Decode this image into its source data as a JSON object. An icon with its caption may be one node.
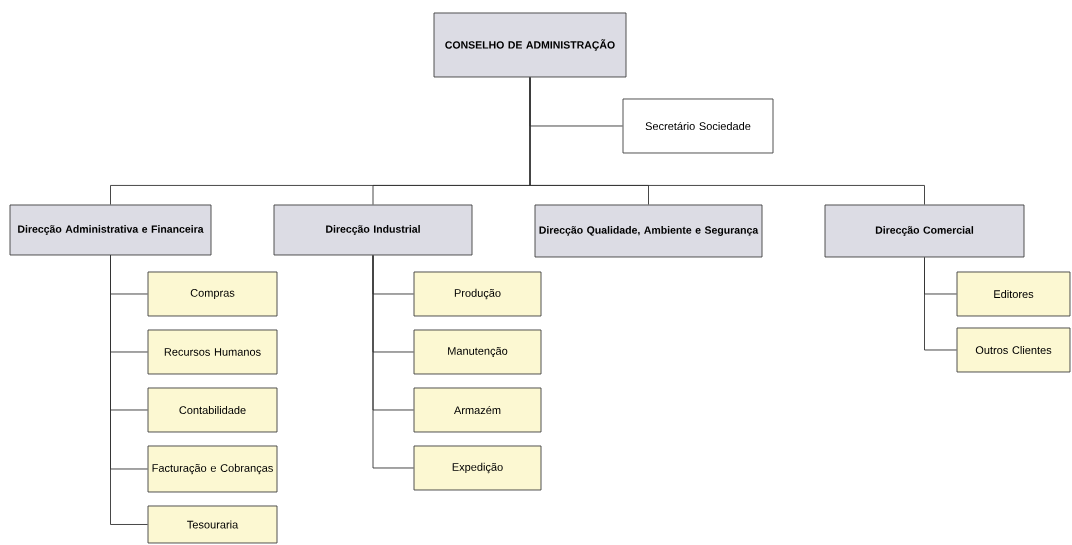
{
  "diagram": {
    "nodes": [
      {
        "text": [
          "CONSELHO DE ADMINISTRAÇÃO"
        ]
      },
      {
        "text": [
          "Secretário Sociedade"
        ]
      },
      {
        "text": [
          "Direcção Administrativa e Financeira"
        ]
      },
      {
        "text": [
          "Direcção Industrial"
        ]
      },
      {
        "text": [
          "Direcção Qualidade, Ambiente e Segurança"
        ]
      },
      {
        "text": [
          "Direcção Comercial"
        ]
      },
      {
        "text": [
          "Compras"
        ]
      },
      {
        "text": [
          "Recursos Humanos"
        ]
      },
      {
        "text": [
          "Contabilidade"
        ]
      },
      {
        "text": [
          "Facturação e Cobranças"
        ]
      },
      {
        "text": [
          "Tesouraria"
        ]
      },
      {
        "text": [
          "Produção"
        ]
      },
      {
        "text": [
          "Manutenção"
        ]
      },
      {
        "text": [
          "Armazém"
        ]
      },
      {
        "text": [
          "Expedição"
        ]
      },
      {
        "text": [
          "Editores"
        ]
      },
      {
        "text": [
          "Outros Clientes"
        ]
      }
    ],
    "edges": [
      {
        "from": 0,
        "to": 1,
        "arrow": "none"
      },
      {
        "from": 0,
        "to": 2,
        "arrow": "none"
      },
      {
        "from": 0,
        "to": 3,
        "arrow": "none"
      },
      {
        "from": 0,
        "to": 4,
        "arrow": "none"
      },
      {
        "from": 0,
        "to": 5,
        "arrow": "none"
      },
      {
        "from": 2,
        "to": 6,
        "arrow": "none"
      },
      {
        "from": 2,
        "to": 7,
        "arrow": "none"
      },
      {
        "from": 2,
        "to": 8,
        "arrow": "none"
      },
      {
        "from": 2,
        "to": 9,
        "arrow": "none"
      },
      {
        "from": 2,
        "to": 10,
        "arrow": "none"
      },
      {
        "from": 3,
        "to": 11,
        "arrow": "none"
      },
      {
        "from": 3,
        "to": 12,
        "arrow": "none"
      },
      {
        "from": 3,
        "to": 13,
        "arrow": "none"
      },
      {
        "from": 3,
        "to": 14,
        "arrow": "none"
      },
      {
        "from": 5,
        "to": 15,
        "arrow": "none"
      },
      {
        "from": 5,
        "to": 16,
        "arrow": "none"
      }
    ]
  }
}
